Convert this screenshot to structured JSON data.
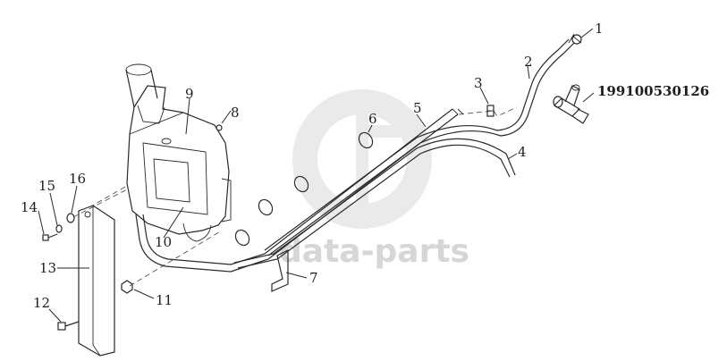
{
  "watermark": {
    "text": "data-parts",
    "logo_color": "#dcdcdc"
  },
  "callouts": {
    "p1": "1",
    "p2": "2",
    "p3": "3",
    "p4": "4",
    "p5": "5",
    "p6": "6",
    "p7": "7",
    "p8": "8",
    "p9": "9",
    "p10": "10",
    "p11": "11",
    "p12": "12",
    "p13": "13",
    "p14": "14",
    "p15": "15",
    "p16": "16",
    "part_code": "199100530126"
  },
  "colors": {
    "line": "#2a2a2a",
    "background": "#ffffff"
  }
}
